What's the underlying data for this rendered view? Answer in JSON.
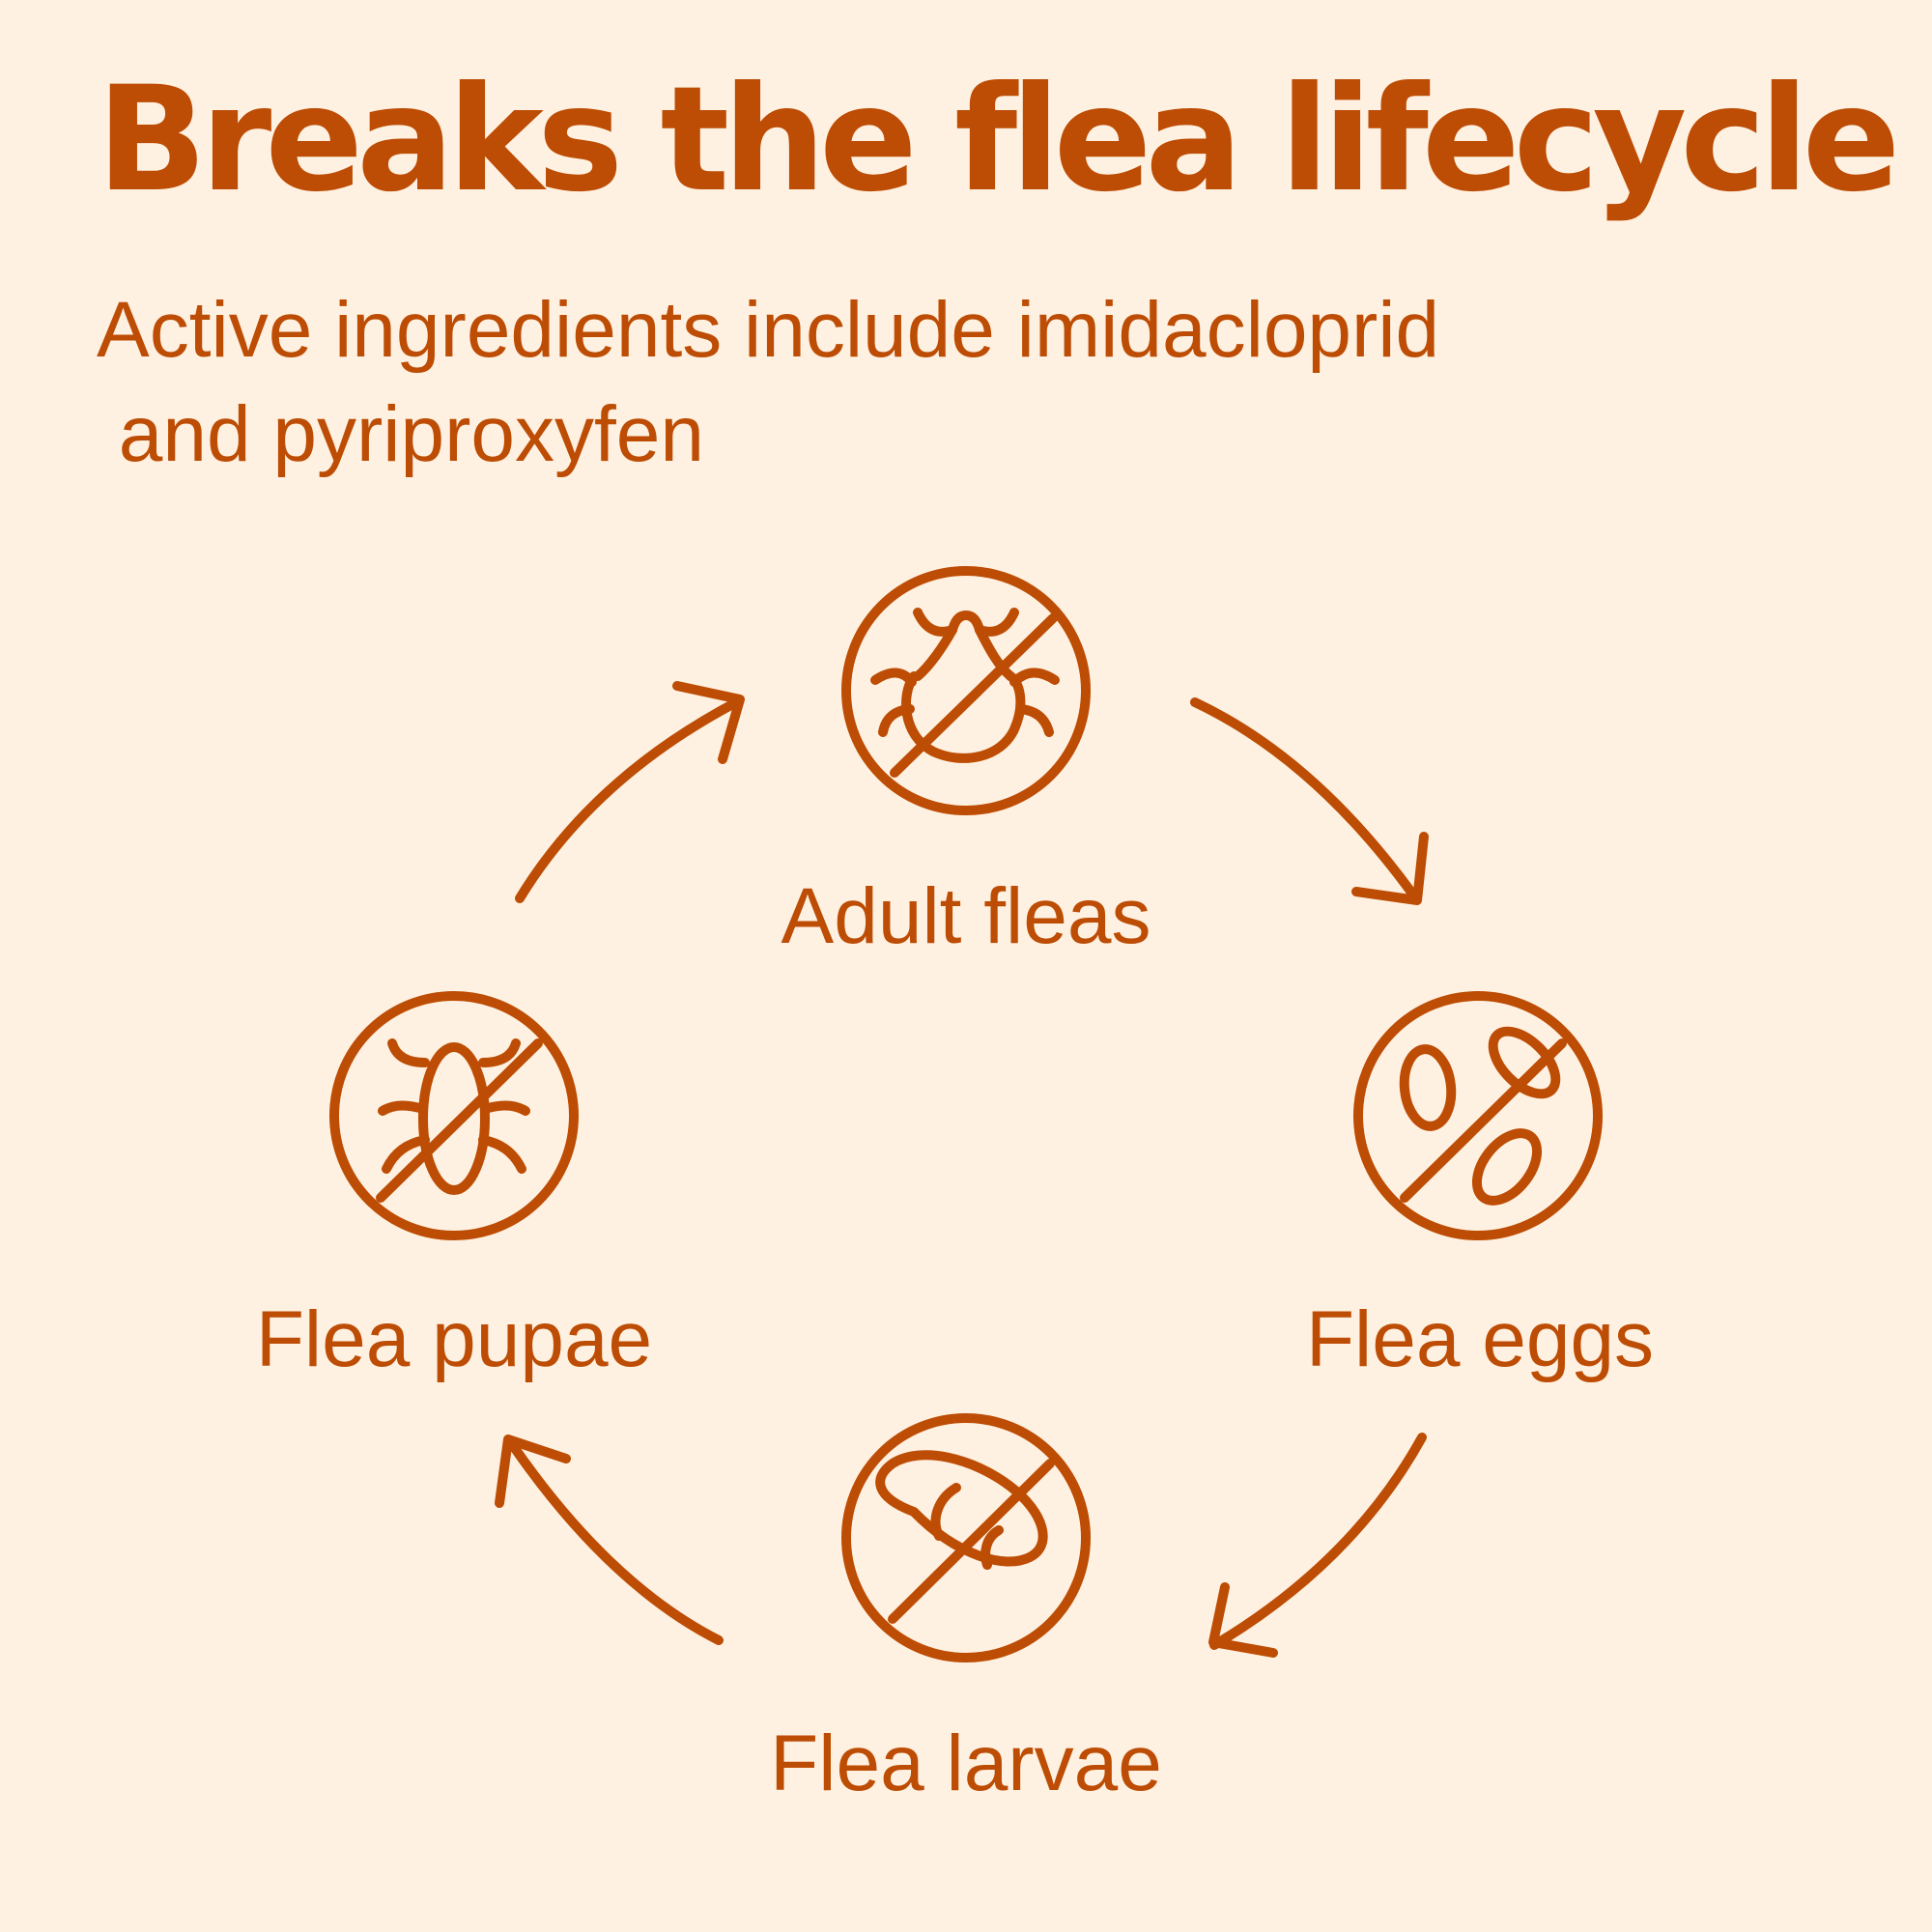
{
  "colors": {
    "background": "#fef1e1",
    "accent": "#bd4c04"
  },
  "header": {
    "title": "Breaks the flea lifecycle",
    "subtitle_line1": "Active ingredients include imidacloprid",
    "subtitle_line2": " and pyriproxyfen"
  },
  "cycle": {
    "stages": [
      {
        "label": "Adult fleas",
        "icon": "crossed-out-adult-flea-icon"
      },
      {
        "label": "Flea eggs",
        "icon": "crossed-out-flea-eggs-icon"
      },
      {
        "label": "Flea larvae",
        "icon": "crossed-out-flea-larvae-icon"
      },
      {
        "label": "Flea pupae",
        "icon": "crossed-out-flea-pupae-icon"
      }
    ],
    "arrows": [
      {
        "from": "Adult fleas",
        "to": "Flea eggs",
        "icon": "curved-arrow-icon"
      },
      {
        "from": "Flea eggs",
        "to": "Flea larvae",
        "icon": "curved-arrow-icon"
      },
      {
        "from": "Flea larvae",
        "to": "Flea pupae",
        "icon": "curved-arrow-icon"
      },
      {
        "from": "Flea pupae",
        "to": "Adult fleas",
        "icon": "curved-arrow-icon"
      }
    ]
  }
}
